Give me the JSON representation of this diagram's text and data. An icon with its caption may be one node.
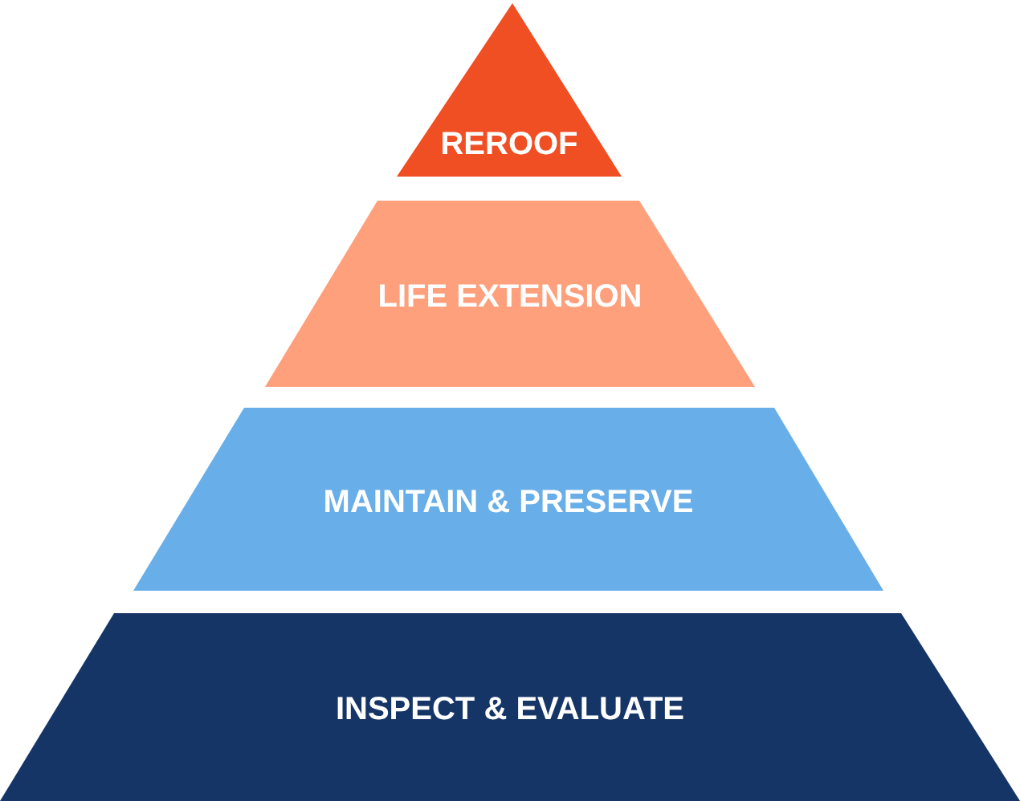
{
  "diagram": {
    "nodes": [
      {
        "text": [
          "REROOF"
        ]
      },
      {
        "text": [
          "LIFE EXTENSION"
        ]
      },
      {
        "text": [
          "MAINTAIN & PRESERVE"
        ]
      },
      {
        "text": [
          "INSPECT & EVALUATE"
        ]
      }
    ]
  }
}
